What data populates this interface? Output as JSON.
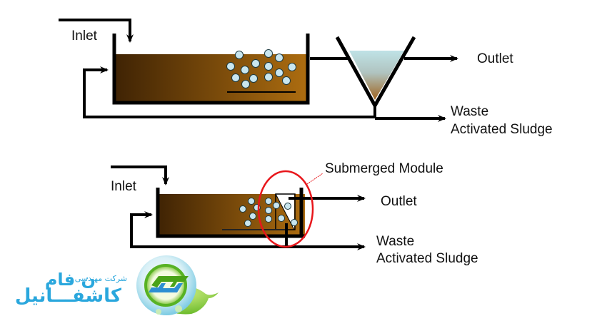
{
  "diagram": {
    "title": "Conventional activated sludge vs. submerged membrane bioreactor",
    "top_process": {
      "inlet_label": "Inlet",
      "outlet_label": "Outlet",
      "waste_label_line1": "Waste",
      "waste_label_line2": "Activated Sludge"
    },
    "bottom_process": {
      "inlet_label": "Inlet",
      "outlet_label": "Outlet",
      "waste_label_line1": "Waste",
      "waste_label_line2": "Activated Sludge",
      "callout_label": "Submerged Module"
    },
    "colors": {
      "sludge_dark": "#4a2a06",
      "sludge_light": "#a8690e",
      "bubble": "#c9e6ef",
      "clarifier_water": "#bde0e3",
      "callout_ring": "#e8161b",
      "line": "#000000"
    }
  },
  "logo": {
    "company_line1": "شرکت مهندسی",
    "company_name_top": "ن    فام",
    "company_name_bottom": "کاشفـــانیل",
    "emblem": "leaf-globe-emblem"
  }
}
